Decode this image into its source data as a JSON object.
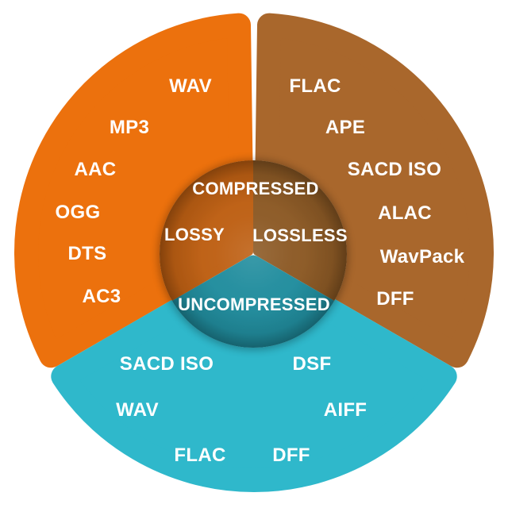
{
  "colors": {
    "lossy": "#EC710D",
    "lossy_dark": "#BD5E11",
    "lossless": "#A9672C",
    "lossless_dark": "#8B5823",
    "uncompressed": "#2FB8CB",
    "uncompressed_dark": "#1F8C9D",
    "label_text": "#FFFFFF",
    "background": "#FFFFFF"
  },
  "center": {
    "compressed_label": "COMPRESSED",
    "lossy_label": "LOSSY",
    "lossless_label": "LOSSLESS",
    "uncompressed_label": "UNCOMPRESSED"
  },
  "segments": {
    "lossy": {
      "name": "LOSSY",
      "items": [
        "WAV",
        "MP3",
        "AAC",
        "OGG",
        "DTS",
        "AC3"
      ]
    },
    "lossless": {
      "name": "LOSSLESS",
      "items": [
        "FLAC",
        "APE",
        "SACD ISO",
        "ALAC",
        "WavPack",
        "DFF"
      ]
    },
    "uncompressed": {
      "name": "UNCOMPRESSED",
      "items": [
        "SACD ISO",
        "DSF",
        "WAV",
        "AIFF",
        "FLAC",
        "DFF"
      ]
    }
  }
}
